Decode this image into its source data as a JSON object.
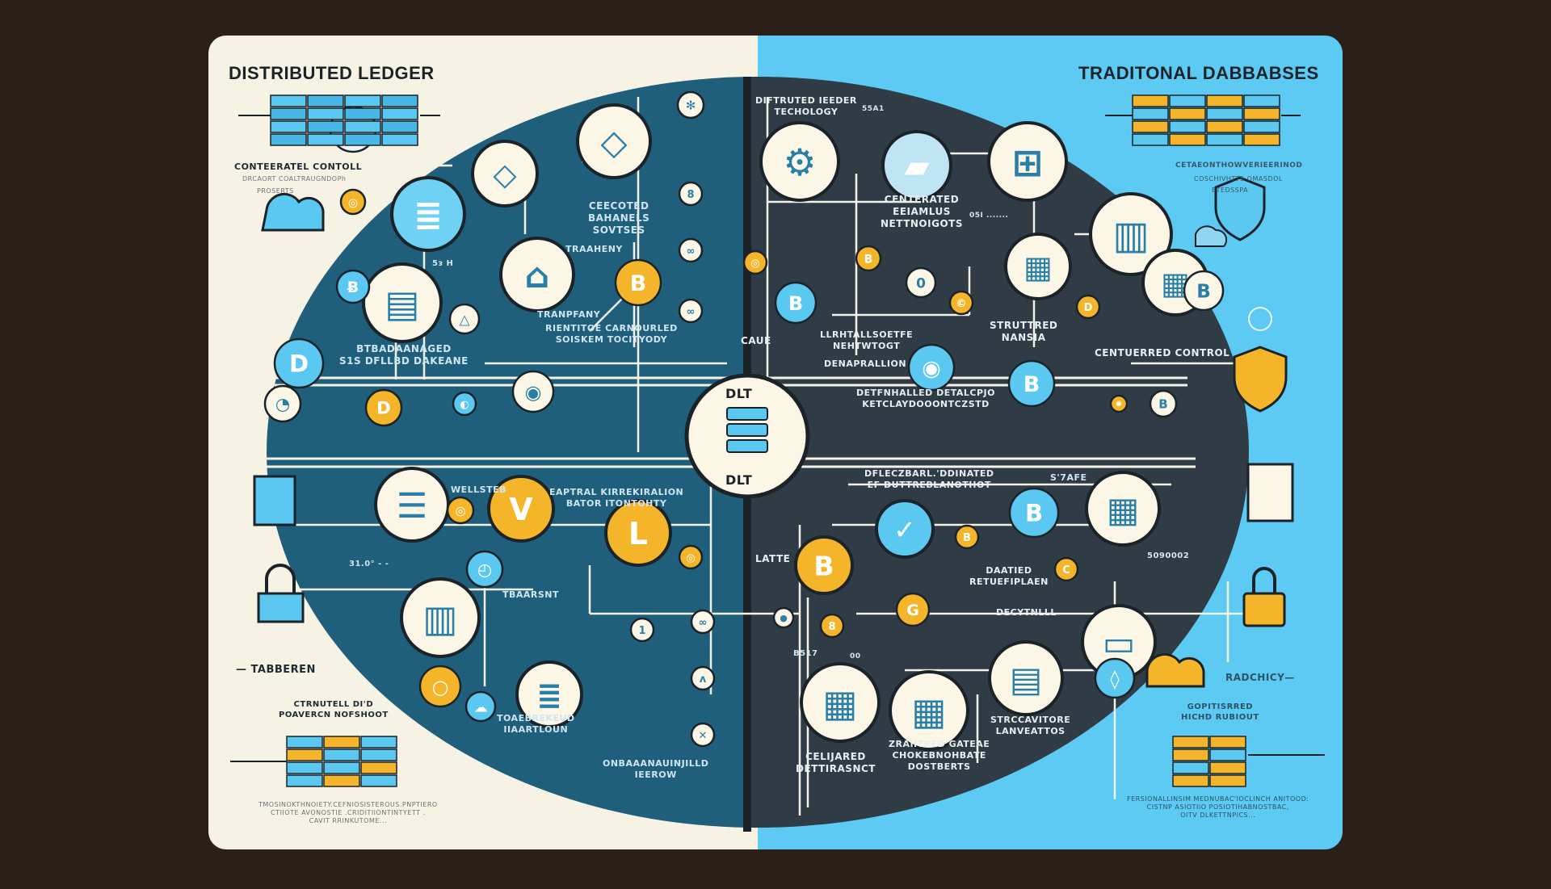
{
  "left_panel": {
    "title": "DISTRIBUTED LEDGER",
    "background": "#f7f3e4",
    "region_color": "#1f5f7b",
    "labels": {
      "control": "CONTEERATEL CONTOLL",
      "control_sub": "DRCAORT COALTRAUGNDOPh",
      "control_sub2": "PROSERTS",
      "num_1": "5ᴈ H",
      "selected": "CEECOTED\nBAHANELS\nSOVTSES",
      "transparency_1": "TRAAHENY",
      "managed": "BTBADAANAGED\nS1S DFLLBD DAKEANE",
      "transparency_2": "TRANPFANY",
      "controlled": "RIENTITOE CARNOURLED\nSOISKEM TOCITYODY",
      "wellsteb": "WELLSTEB",
      "central": "EAPTRAL KIRREKIRALION\nBATOR ITONTOHTY",
      "num_2": "31.0° - -",
      "tbaarsnt": "TBAARSNT",
      "tabberen": "— TABBEREN",
      "toaebrekeud": "TOAEBREKEUD\nIIAARTLOUN",
      "ctrnutell": "CTRNUTELL DI'D\nPOAVERCN NOFSHOOT",
      "onbaaan": "ONBAAANAUINJILLD\nIEEROW",
      "footer": "TMOSINOKTHNOIETY.CEFNIOSISTEROUS.PNPTIERO\nCTIIOTE AVONOSTIE .CRIDITIIONTINTYETT .\nCAVIT RRINKUTOME..."
    }
  },
  "right_panel": {
    "title": "TRADITONAL DABBABSES",
    "background": "#5ccaf2",
    "region_color": "#303c45",
    "labels": {
      "dlt_tech": "DIFTRUTED IEEDER\nTECHOLOGY",
      "num_1": "55A1",
      "centerated": "CENTERATED\nEEIAMLUS\nNETTNOIGOTS",
      "num_2": "05I .......",
      "description": "CETAEONTHOWVERIEERINOD",
      "description_sub": "COSCHIVHTTS OMASDOL",
      "description_sub2": "ETEDSSPA",
      "lrhtall": "LLRHTALLSOETFE\nNEHTWTOGT",
      "structured": "STRUTTRED\nNANSIA",
      "caue": "CAUE",
      "denaprallion": "DENAPRALLION",
      "centuerred": "CENTUERRED CONTROL",
      "detfnhalled": "DETFNHALLED DETALCPJO\nKETCLAYDOOONTCZSTD",
      "latte": "LATTE",
      "coordinated": "DFLECZBARL.'DDINATED\nEF DUTTREBLANOTHOT",
      "safe": "S'7AFE",
      "num_3": "5090002",
      "daatied": "DAATIED\nRETUEFIPLAEN",
      "decytnlll": "DECYTNLLL",
      "num_4": "B517",
      "num_5": "00",
      "radchicy": "RADCHICY—",
      "gopitisrred": "GOPITISRRED\nHICHD RUBIOUT",
      "strccavitore": "STRCCAVITORE\nLANVEATTOS",
      "zraiitred": "ZRAIITRED GATEAE\nCHOKEBNOHBATE\nDOSTBERTS",
      "celijared": "CELIJARED\nDETTIRASNCT",
      "footer": "FERSIONALLINSIM MEDNUBAC'IOCLINCH ANITOOD:\nCISTNP ASIOTIIO POSIOTIHABNOSTBAC,\nOITV DLKETTNPICS..."
    }
  },
  "hub": {
    "label_top": "DLT",
    "label_bottom": "DLT"
  },
  "colors": {
    "page_background": "#2b2019",
    "accent_yellow": "#f4b52a",
    "accent_blue": "#5ac8f0",
    "node_fill": "#fbf6e6",
    "line": "#f4f1e6"
  }
}
